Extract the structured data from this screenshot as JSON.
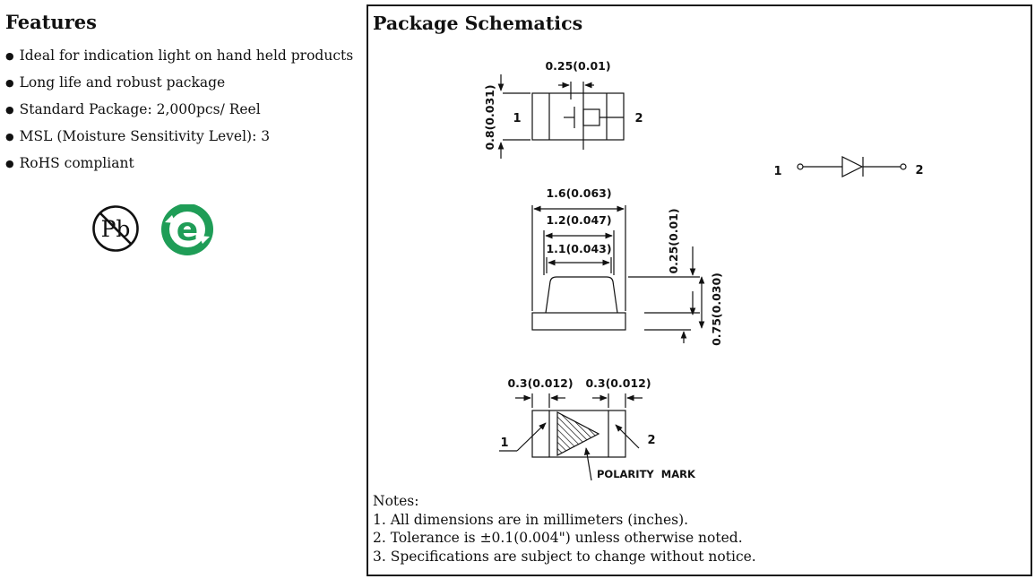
{
  "features": {
    "title": "Features",
    "items": [
      "Ideal for indication light on hand held products",
      "Long life and robust package",
      "Standard Package: 2,000pcs/ Reel",
      "MSL (Moisture Sensitivity Level): 3",
      "RoHS compliant"
    ],
    "badges": {
      "pb_free_text": "Pb",
      "eco_text": "e",
      "pb_icon": "pb-free-icon",
      "eco_icon": "eco-friendly-icon",
      "eco_color": "#1f9d57"
    }
  },
  "schematic": {
    "title": "Package Schematics",
    "top_view": {
      "width_dim": "0.25(0.01)",
      "height_dim": "0.8(0.031)",
      "pin1": "1",
      "pin2": "2"
    },
    "side_view": {
      "dim_overall": "1.6(0.063)",
      "dim_mid": "1.2(0.047)",
      "dim_inner": "1.1(0.043)",
      "dim_lens_height": "0.25(0.01)",
      "dim_total_height": "0.75(0.030)"
    },
    "bottom_view": {
      "pad_left": "0.3(0.012)",
      "pad_right": "0.3(0.012)",
      "pin1": "1",
      "pin2": "2",
      "polarity": "POLARITY  MARK"
    },
    "diode_symbol": {
      "pin1": "1",
      "pin2": "2"
    },
    "notes": {
      "heading": "Notes:",
      "lines": [
        "1. All dimensions are in millimeters (inches).",
        "2. Tolerance is ±0.1(0.004\") unless otherwise noted.",
        "3. Specifications are subject to change without notice."
      ]
    }
  }
}
